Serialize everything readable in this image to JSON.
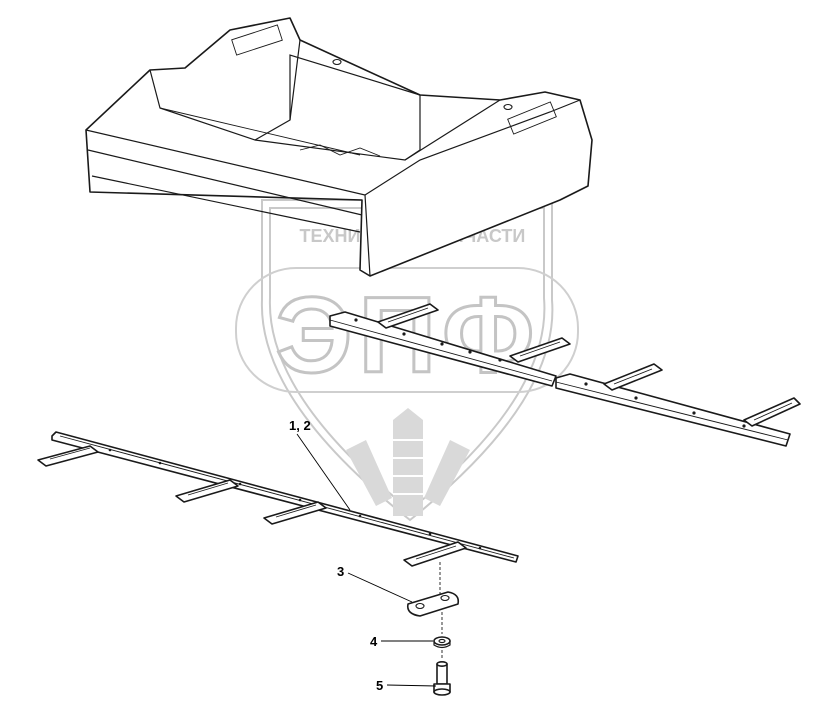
{
  "watermark": {
    "top_left_text": "ТЕХНИКА",
    "top_right_text": "ЗАПЧАСТИ",
    "big_letters": "ЭПФ",
    "color": "#c8c8c8"
  },
  "callouts": [
    {
      "label": "1, 2"
    },
    {
      "label": "3"
    },
    {
      "label": "4"
    },
    {
      "label": "5"
    }
  ],
  "colors": {
    "line": "#1a1a1a",
    "background": "#ffffff"
  }
}
